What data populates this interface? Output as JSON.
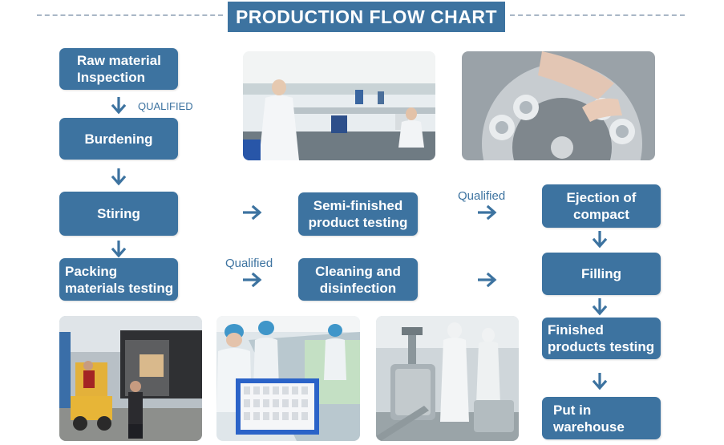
{
  "title": "PRODUCTION FLOW CHART",
  "colors": {
    "box": "#3d73a0",
    "text": "#ffffff",
    "label": "#3d73a0",
    "dash": "#a9b7c6"
  },
  "steps": {
    "raw_material": "Raw material\nInspection",
    "burdening": "Burdening",
    "stiring": "Stiring",
    "packing": "Packing\nmaterials testing",
    "semi_finished": "Semi-finished\nproduct testing",
    "cleaning": "Cleaning and\ndisinfection",
    "ejection": "Ejection of\ncompact",
    "filling": "Filling",
    "finished": "Finished\nproducts testing",
    "warehouse": "Put in\nwarehouse"
  },
  "labels": {
    "qualified_upper": "QUALIFIED",
    "qualified_mid_right": "Qualified",
    "qualified_mid_left": "Qualified"
  },
  "photos": [
    {
      "name": "lab-photo",
      "subject": "laboratory technicians"
    },
    {
      "name": "compact-press-photo",
      "subject": "compact powder press"
    },
    {
      "name": "truck-photo",
      "subject": "forklift and truck"
    },
    {
      "name": "packing-line-photo",
      "subject": "packing line workers"
    },
    {
      "name": "mixing-tanks-photo",
      "subject": "stainless mixing tanks"
    }
  ]
}
